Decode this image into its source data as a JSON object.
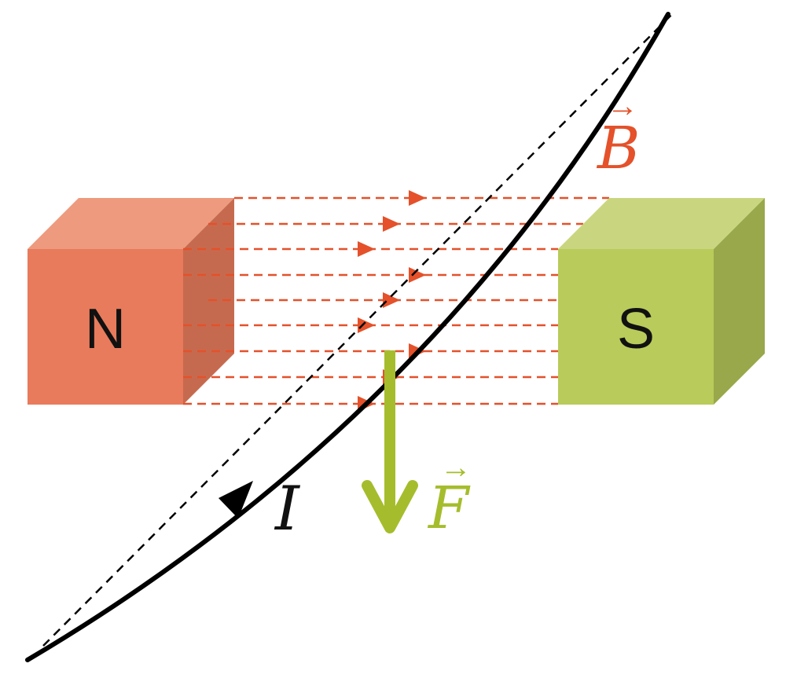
{
  "north_pole": {
    "label": "N"
  },
  "south_pole": {
    "label": "S"
  },
  "field": {
    "label": "B",
    "vector_arrow": "→"
  },
  "force": {
    "label": "F",
    "vector_arrow": "→"
  },
  "current": {
    "label": "I"
  },
  "colors": {
    "north_front": "#E87B5B",
    "north_top": "#EE9A7E",
    "north_side": "#C66A4F",
    "south_front": "#B9CB5A",
    "south_top": "#CAD67F",
    "south_side": "#98A84A",
    "field": "#E4512A",
    "force": "#A5BD2C",
    "wire": "#000000"
  }
}
